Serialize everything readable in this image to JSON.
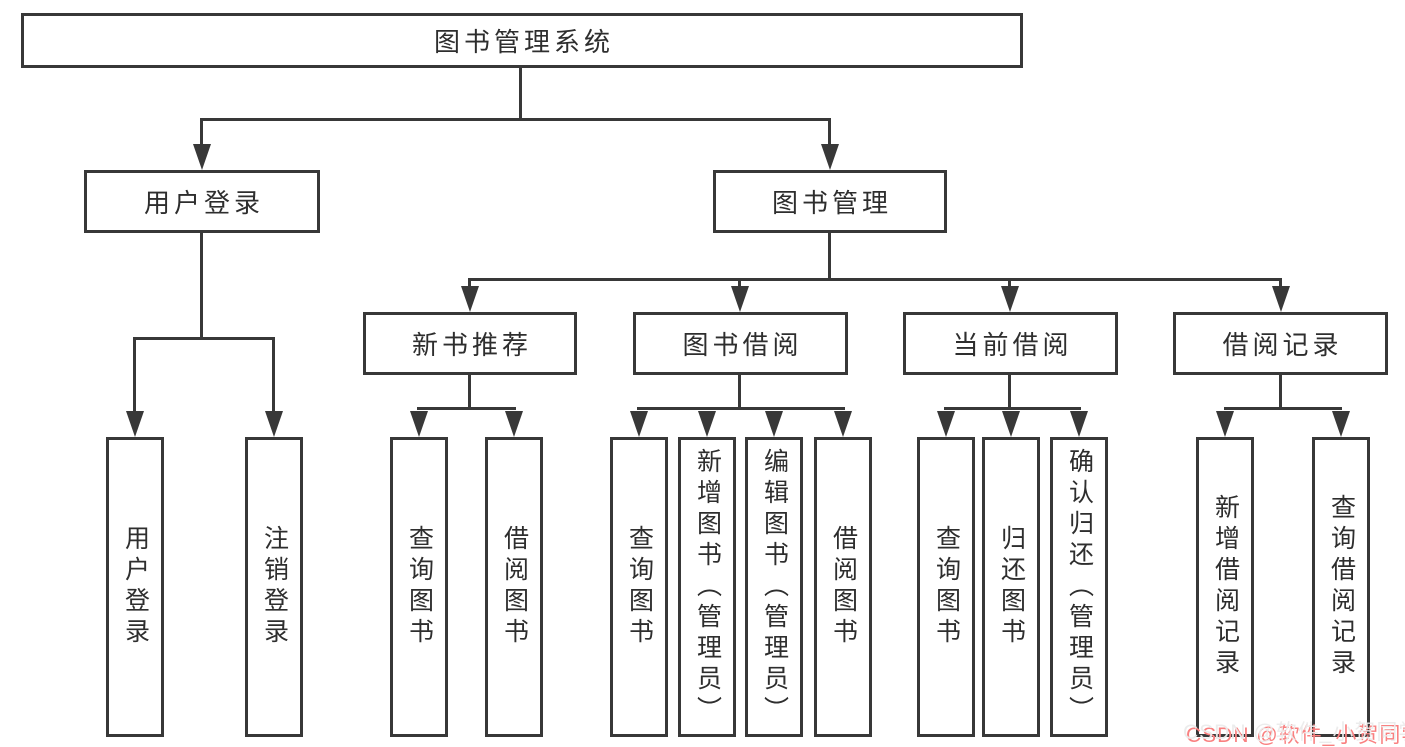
{
  "diagram": {
    "title": "图书管理系统",
    "level2": {
      "user_login": "用户登录",
      "book_mgmt": "图书管理"
    },
    "level3": {
      "new_book": "新书推荐",
      "borrow": "图书借阅",
      "current": "当前借阅",
      "history": "借阅记录"
    },
    "leaves": {
      "ul_login": "用户登录",
      "ul_logout": "注销登录",
      "nb_query": "查询图书",
      "nb_borrow": "借阅图书",
      "bw_query": "查询图书",
      "bw_add": "新增图书（管理员）",
      "bw_edit": "编辑图书（管理员）",
      "bw_borrow": "借阅图书",
      "cur_query": "查询图书",
      "cur_return": "归还图书",
      "cur_confirm": "确认归还（管理员）",
      "his_add": "新增借阅记录",
      "his_query": "查询借阅记录"
    },
    "watermark": "CSDN @软件_小贺同学",
    "colors": {
      "line": "#383838",
      "text": "#2e2e2e",
      "watermark_shadow": "#f98080",
      "background": "#ffffff"
    }
  }
}
